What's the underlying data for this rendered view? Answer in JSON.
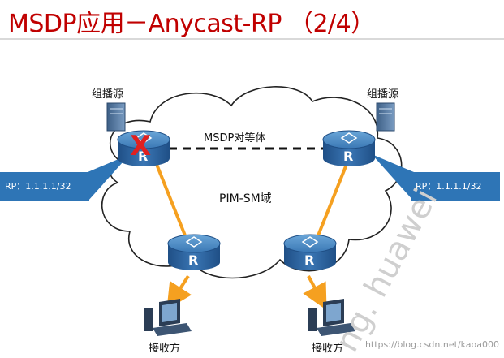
{
  "slide": {
    "title": "MSDP应用－Anycast-RP （2/4）",
    "peer_label": "MSDP对等体",
    "domain_label": "PIM-SM域",
    "source_left": "组播源",
    "source_right": "组播源",
    "rp_left": "RP：1.1.1.1/32",
    "rp_right": "RP：1.1.1.1/32",
    "receiver_left": "接收方",
    "receiver_right": "接收方",
    "router_letter": "R",
    "failed_marker": "X",
    "watermark": "ng. huawei",
    "credit": "https://blog.csdn.net/kaoa000"
  },
  "colors": {
    "title": "#c00000",
    "link": "#f5a020",
    "rp_box": "#2e75b6",
    "router": "#2f6da8",
    "fail": "#e02020"
  }
}
